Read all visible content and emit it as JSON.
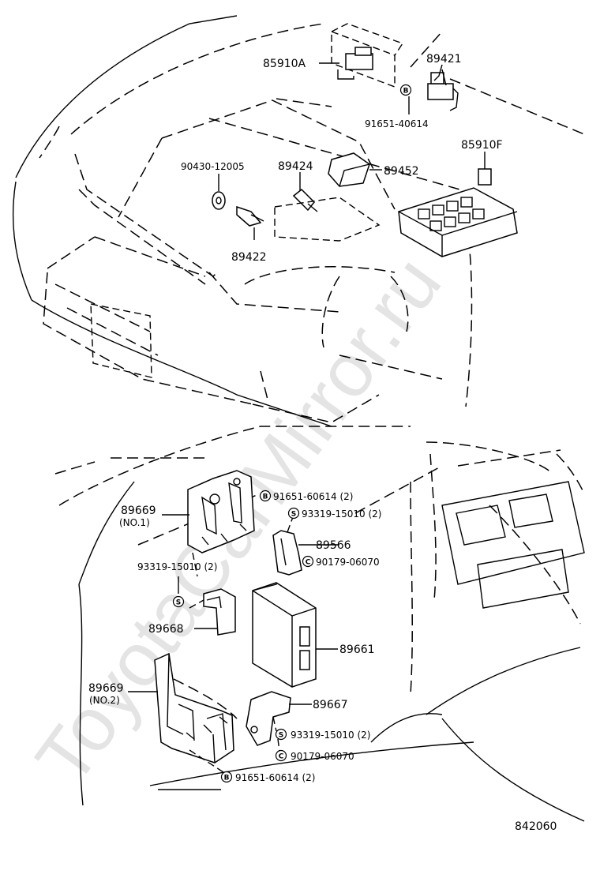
{
  "watermark": "ToyotaCarMirror.ru",
  "diagram_code": "842060",
  "symbol_letters": {
    "bolt": "B",
    "screw": "S",
    "nut": "C"
  },
  "top_labels": {
    "p85910A": "85910A",
    "p89421": "89421",
    "p91651_40614": "91651-40614",
    "p85910F": "85910F",
    "p90430": "90430-12005",
    "p89424": "89424",
    "p89452": "89452",
    "p89422": "89422"
  },
  "bottom_labels": {
    "p91651_60614_a": "91651-60614 (2)",
    "p89669_no1": "89669",
    "p89669_no1_sub": "(NO.1)",
    "p93319_a": "93319-15010 (2)",
    "p89566": "89566",
    "p93319_b": "93319-15010 (2)",
    "p90179_a": "90179-06070",
    "p89668": "89668",
    "p89661": "89661",
    "p89669_no2": "89669",
    "p89669_no2_sub": "(NO.2)",
    "p89667": "89667",
    "p93319_c": "93319-15010 (2)",
    "p90179_b": "90179-06070",
    "p91651_60614_b": "91651-60614 (2)"
  }
}
